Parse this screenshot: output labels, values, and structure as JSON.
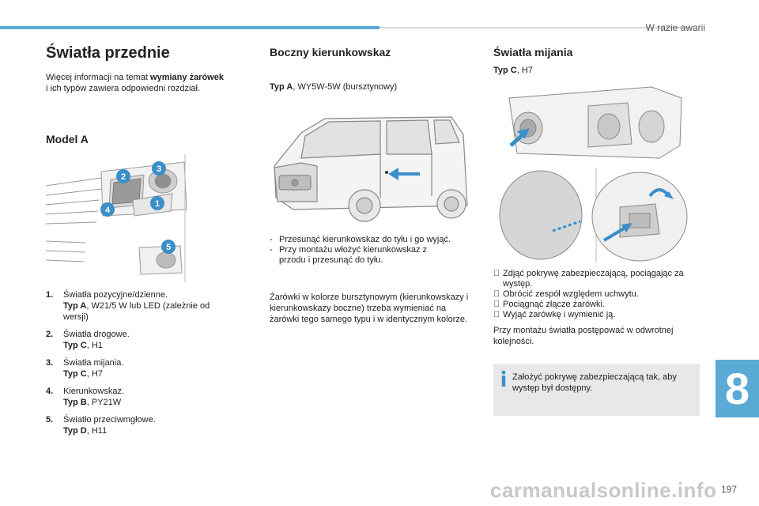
{
  "header": {
    "section": "W razie awarii"
  },
  "left": {
    "title": "Światła przednie",
    "intro_plain": "Więcej informacji na temat ",
    "intro_bold": "wymiany żarówek",
    "intro_rest": "i ich typów zawiera odpowiedni rozdział.",
    "model_heading": "Model A",
    "callouts": [
      "2",
      "3",
      "4",
      "1",
      "5"
    ],
    "items": [
      {
        "num": "1.",
        "label": "Światła pozycyjne/dzienne.",
        "type_bold": "Typ A",
        "type_rest": ", W21/5 W lub LED (zależnie od wersji)"
      },
      {
        "num": "2.",
        "label": "Światła drogowe.",
        "type_bold": "Typ C",
        "type_rest": ", H1"
      },
      {
        "num": "3.",
        "label": "Światła mijania.",
        "type_bold": "Typ C",
        "type_rest": ", H7"
      },
      {
        "num": "4.",
        "label": "Kierunkowskaz.",
        "type_bold": "Typ B",
        "type_rest": ", PY21W"
      },
      {
        "num": "5.",
        "label": "Światło przeciwmgłowe.",
        "type_bold": "Typ D",
        "type_rest": ", H11"
      }
    ]
  },
  "middle": {
    "heading": "Boczny kierunkowskaz",
    "type_bold": "Typ A",
    "type_rest": ", WY5W-5W (bursztynowy)",
    "steps": [
      {
        "marker": "-",
        "text": "Przesunąć kierunkowskaz do tyłu i go wyjąć."
      },
      {
        "marker": "-",
        "text": "Przy montażu włożyć kierunkowskaz z przodu i przesunąć do tyłu."
      }
    ],
    "note": "Żarówki w kolorze bursztynowym (kierunkowskazy i kierunkowskazy boczne) trzeba wymieniać na żarówki tego samego typu i w identycznym kolorze."
  },
  "right": {
    "heading": "Światła mijania",
    "type_bold": "Typ C",
    "type_rest": ", H7",
    "steps": [
      {
        "marker": "",
        "text": "Zdjąć pokrywę zabezpieczającą, pociągając za występ."
      },
      {
        "marker": "",
        "text": "Obrócić zespół względem uchwytu."
      },
      {
        "marker": "",
        "text": "Pociągnąć złącze żarówki."
      },
      {
        "marker": "",
        "text": "Wyjąć żarówkę i wymienić ją."
      }
    ],
    "closing": "Przy montażu światła postępować w odwrotnej kolejności.",
    "info": "Założyć pokrywę zabezpieczającą tak, aby występ był dostępny."
  },
  "chapter_number": "8",
  "page_number": "197",
  "watermark": "carmanualsonline.info",
  "colors": {
    "accent": "#5aaad6",
    "callout": "#3a8fc8",
    "info_box": "#e8e8e8"
  }
}
